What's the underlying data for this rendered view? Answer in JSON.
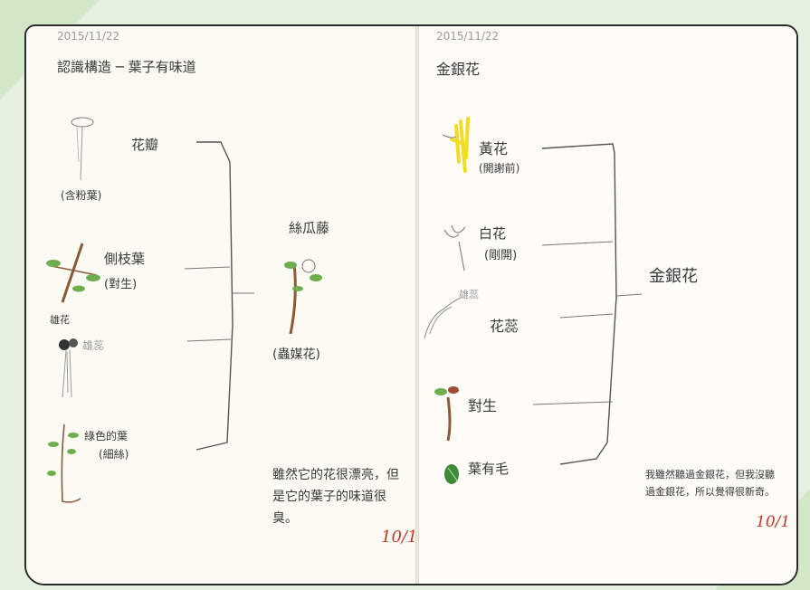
{
  "left_page": {
    "date": "2015/11/22",
    "title": "認識構造 ─ 葉子有味道",
    "items": [
      {
        "label": "花瓣",
        "sub": "(含粉葉)"
      },
      {
        "label": "側枝葉",
        "sub": "(對生)"
      },
      {
        "label": "雄花",
        "sub": "雄蕊"
      },
      {
        "label": "綠色的葉",
        "sub": "(細絲)"
      }
    ],
    "center_label": "絲瓜藤",
    "center_sub": "(蟲媒花)",
    "note": "雖然它的花很漂亮，但是它的葉子的味道很臭。",
    "grade": "10/1"
  },
  "right_page": {
    "date": "2015/11/22",
    "title": "金銀花",
    "items": [
      {
        "label": "黃花",
        "sub": "(開謝前)"
      },
      {
        "label": "白花",
        "sub": "(剛開)"
      },
      {
        "label": "花蕊",
        "sub": "雄蕊"
      },
      {
        "label": "對生",
        "sub": ""
      },
      {
        "label": "葉有毛",
        "sub": ""
      }
    ],
    "right_label": "金銀花",
    "note": "我雖然聽過金銀花，但我沒聽過金銀花，所以覺得很新奇。",
    "grade": "10/1"
  },
  "colors": {
    "ink": "#3a3a3a",
    "yellow_flower": "#f2dc2a",
    "leaf_green": "#6fae4e",
    "stem_brown": "#8a5a3a",
    "grade_red": "#c0392b",
    "frame_green": "#e6f0e0"
  }
}
